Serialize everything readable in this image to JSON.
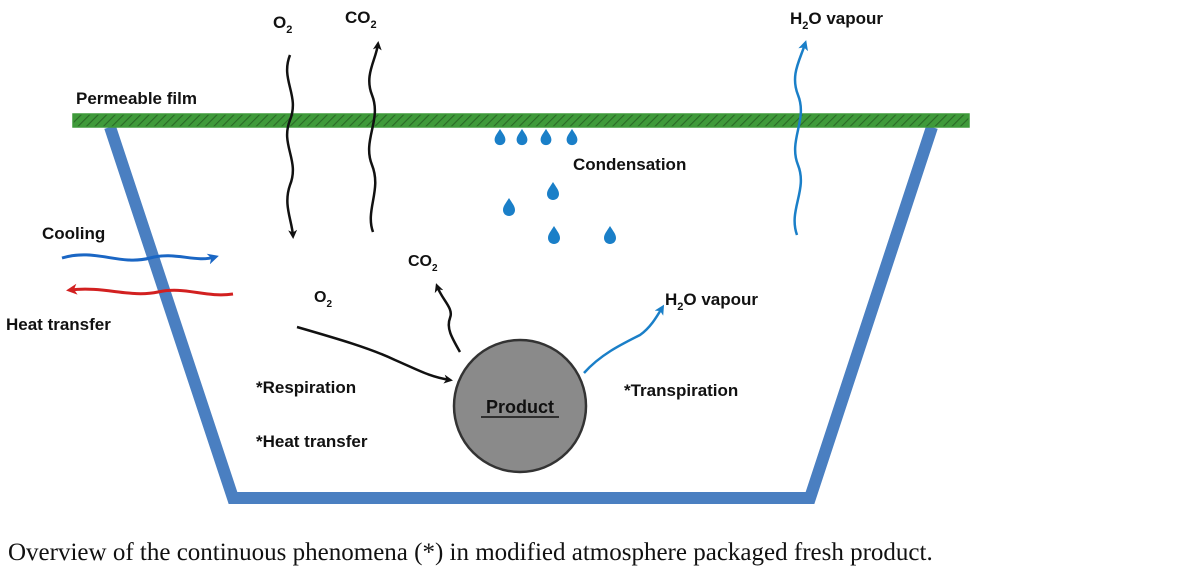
{
  "labels": {
    "permeable_film": "Permeable film",
    "o2_top": "O",
    "o2_top_sub": "2",
    "co2_top": "CO",
    "co2_top_sub": "2",
    "h2o_top_pre": "H",
    "h2o_top_sub": "2",
    "h2o_top_post": "O vapour",
    "condensation": "Condensation",
    "cooling": "Cooling",
    "heat_transfer_outside": "Heat transfer",
    "co2_inner": "CO",
    "co2_inner_sub": "2",
    "o2_inner": "O",
    "o2_inner_sub": "2",
    "h2o_inner_pre": "H",
    "h2o_inner_sub": "2",
    "h2o_inner_post": "O vapour",
    "respiration": "*Respiration",
    "heat_transfer_inner": "*Heat transfer",
    "transpiration": "*Transpiration",
    "product": "Product"
  },
  "caption": "Overview of the continuous phenomena (*) in modified atmosphere packaged fresh product.",
  "colors": {
    "container": "#4a7fc1",
    "film": "#3f9a3a",
    "film_hatch": "#2a6a26",
    "product_fill": "#8a8a8a",
    "product_stroke": "#333333",
    "water": "#1a7fc8",
    "cooling_arrow": "#1a66c4",
    "heat_arrow": "#d22020",
    "black_arrow": "#111111"
  }
}
